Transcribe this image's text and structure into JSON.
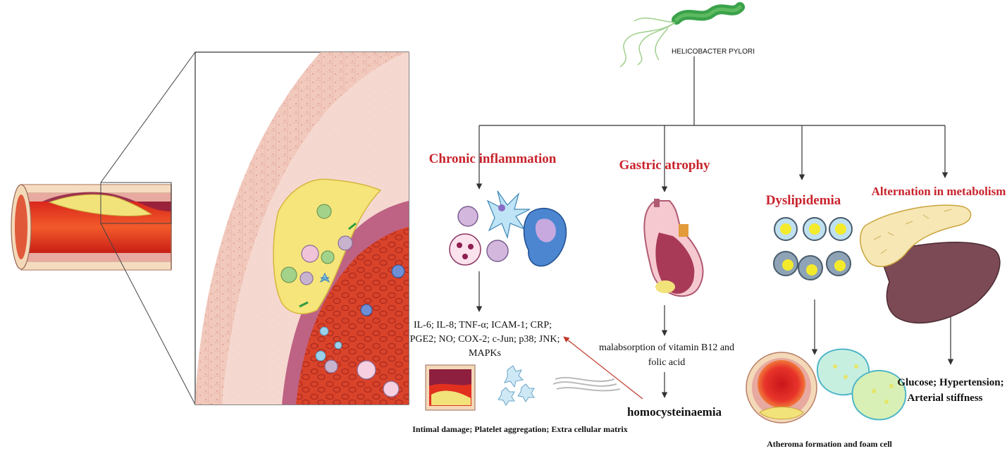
{
  "organism_label": "HELICOBACTER PYLORI",
  "branches": {
    "chronic_inflammation": {
      "title": "Chronic inflammation",
      "mediators": [
        "IL-6; IL-8; TNF-α; ICAM-1; CRP;",
        "PGE2; NO; COX-2; c-Jun; p38; JNK;",
        "MAPKs"
      ],
      "outcome": "Intimal damage; Platelet aggregation; Extra cellular matrix"
    },
    "gastric_atrophy": {
      "title": "Gastric atrophy",
      "effect": [
        "malabsorption of vitamin B12 and",
        "folic acid"
      ],
      "outcome": "homocysteinaemia"
    },
    "dyslipidemia": {
      "title": "Dyslipidemia",
      "outcome": "Atheroma formation and foam cell"
    },
    "metabolism": {
      "title": "Alternation in metabolism",
      "outcome": [
        "Glucose; Hypertension;",
        "Arterial stiffness"
      ]
    }
  },
  "colors": {
    "title_red": "#c8232c",
    "arrow": "#333333",
    "feedback_arrow": "#c0392b",
    "vessel_red": "#e2301f",
    "plaque_yellow": "#f2e27a",
    "tissue_pink": "#f2cfc4",
    "liver": "#7b4a55",
    "bacterium_green": "#3aa24a"
  }
}
